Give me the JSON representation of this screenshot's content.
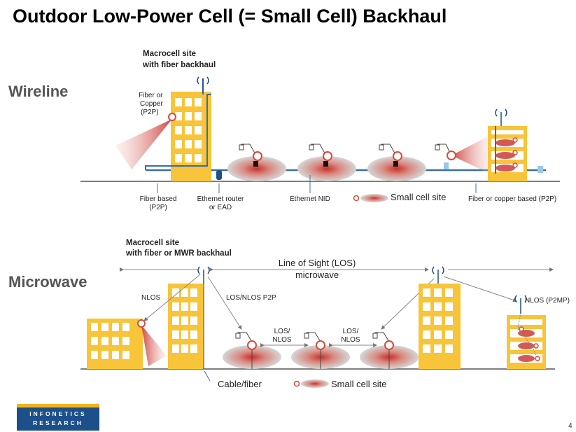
{
  "title": "Outdoor Low-Power Cell (= Small Cell) Backhaul",
  "sections": {
    "wireline": "Wireline",
    "microwave": "Microwave"
  },
  "wireline": {
    "macro_label_1": "Macrocell site",
    "macro_label_2": "with fiber backhaul",
    "fiber_copper_1": "Fiber or",
    "fiber_copper_2": "Copper",
    "fiber_copper_3": "(P2P)",
    "fiber_based_1": "Fiber based",
    "fiber_based_2": "(P2P)",
    "router_1": "Ethernet router",
    "router_2": "or EAD",
    "nid": "Ethernet NID",
    "legend": "Small cell site",
    "fiber_or_copper": "Fiber or copper based (P2P)"
  },
  "microwave": {
    "macro_label_1": "Macrocell site",
    "macro_label_2": "with fiber or MWR backhaul",
    "los_1": "Line of Sight (LOS)",
    "los_2": "microwave",
    "nlos": "NLOS",
    "los_nlos_p2p": "LOS/NLOS P2P",
    "los_a_1": "LOS/",
    "los_a_2": "NLOS",
    "los_b_1": "LOS/",
    "los_b_2": "NLOS",
    "nlos_p2mp": "NLOS (P2MP)",
    "cable": "Cable/fiber",
    "legend": "Small cell site"
  },
  "logo_1": "INFONETICS",
  "logo_2": "RESEARCH",
  "page_number": "4",
  "colors": {
    "building": "#f7c43a",
    "window": "#ffffff",
    "line": "#3a5f8a",
    "cell": "#d9493a",
    "ground": "#555555"
  }
}
